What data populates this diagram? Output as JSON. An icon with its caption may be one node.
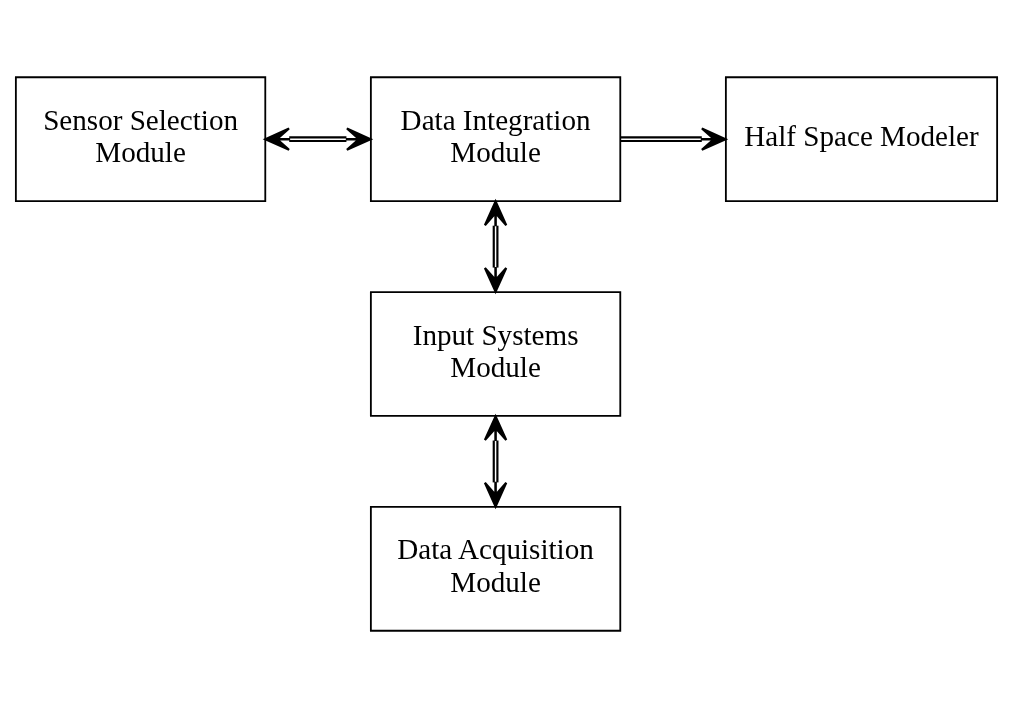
{
  "diagram": {
    "nodes": [
      {
        "text": [
          "Sensor Selection Module"
        ]
      },
      {
        "text": [
          "Data Integration Module"
        ]
      },
      {
        "text": [
          "Half Space Modeler"
        ]
      },
      {
        "text": [
          "Input Systems Module"
        ]
      },
      {
        "text": [
          "Data Acquisition Module"
        ]
      }
    ],
    "edges": [
      {
        "from": 0,
        "to": 1,
        "arrow": "both"
      },
      {
        "from": 1,
        "to": 2,
        "arrow": "to"
      },
      {
        "from": 1,
        "to": 3,
        "arrow": "both"
      },
      {
        "from": 3,
        "to": 4,
        "arrow": "both"
      }
    ]
  }
}
